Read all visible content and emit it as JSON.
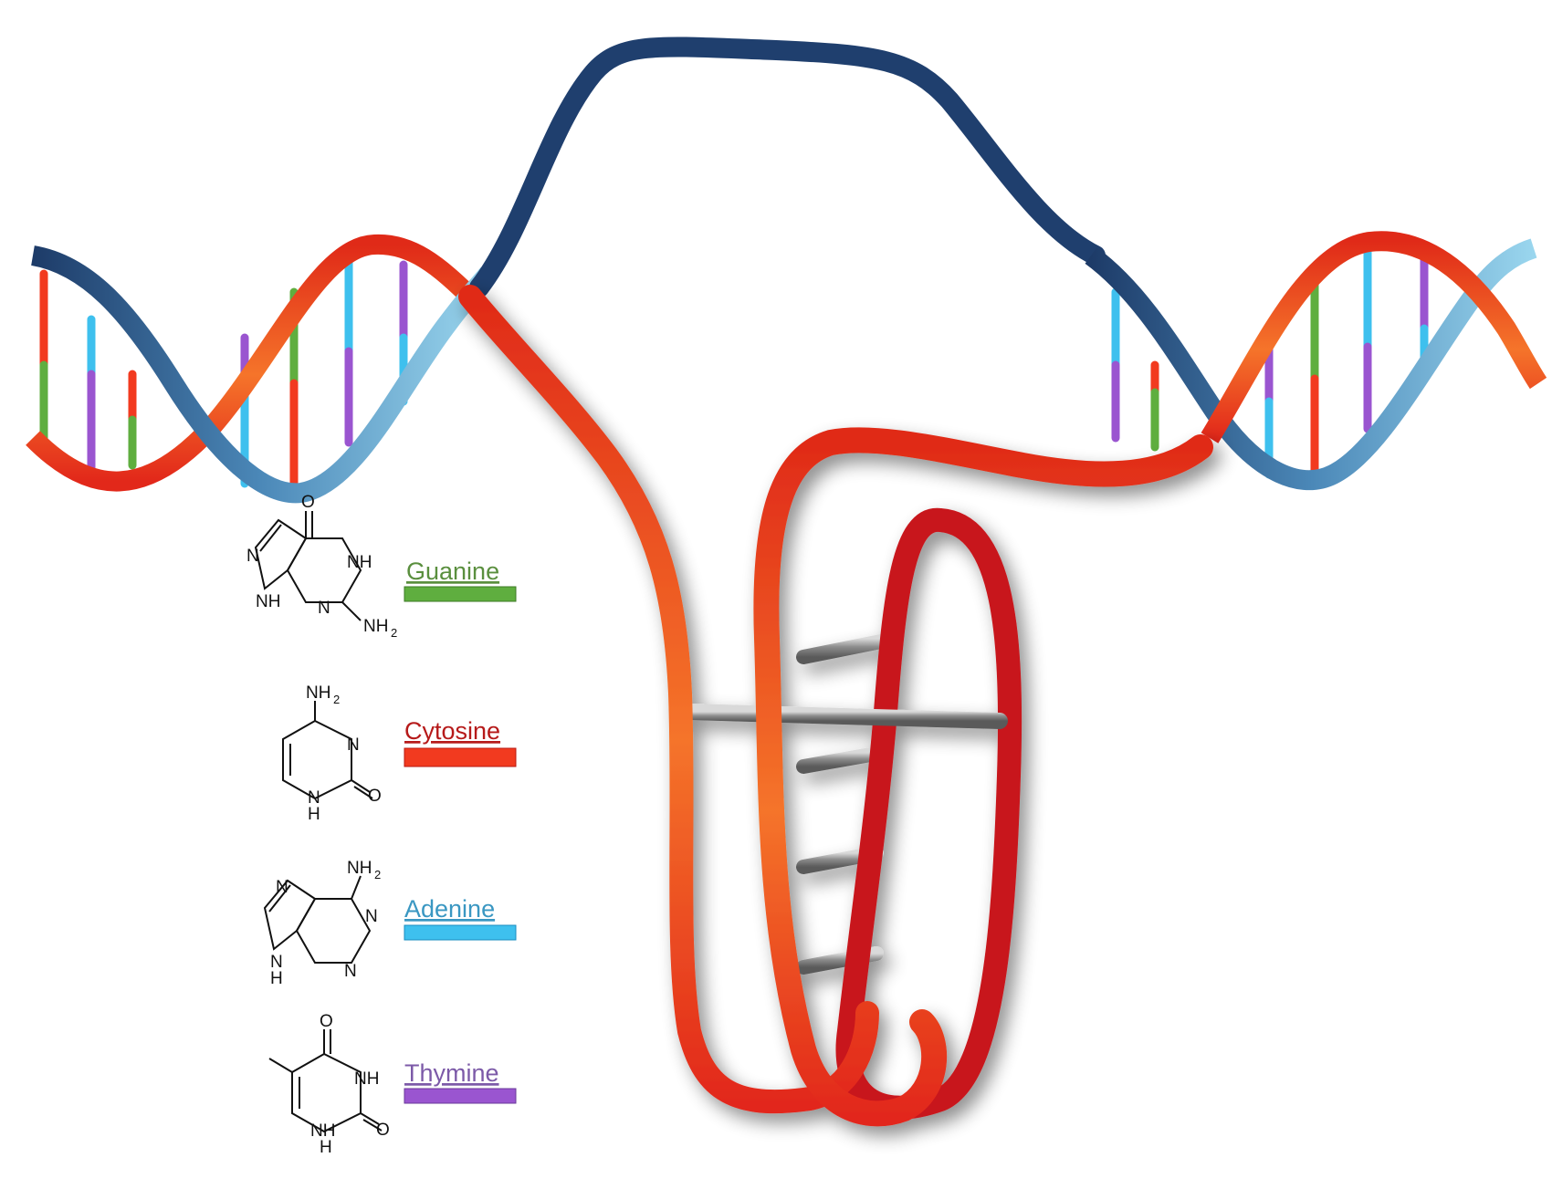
{
  "legend": [
    {
      "name": "Guanine",
      "color": "#5a8f3e",
      "bar_color": "#5fae3f",
      "structure": "guanine"
    },
    {
      "name": "Cytosine",
      "color": "#b61a1a",
      "bar_color": "#f23a1f",
      "structure": "cytosine"
    },
    {
      "name": "Adenine",
      "color": "#3a97c2",
      "bar_color": "#3ec0ee",
      "structure": "adenine"
    },
    {
      "name": "Thymine",
      "color": "#7c5aa8",
      "bar_color": "#9a55d0",
      "structure": "thymine"
    }
  ],
  "atoms": {
    "o": "O",
    "nh": "NH",
    "n": "N",
    "h": "H",
    "nh2": "NH",
    "sub2": "2"
  },
  "colors": {
    "dark_strand": "#1f3f6e",
    "light_strand": "#7cc6e6",
    "red_strand": "#e8321c",
    "orange_strand": "#f56a28",
    "deep_red_loop": "#c8141a",
    "rung": "#9a9a9a"
  }
}
